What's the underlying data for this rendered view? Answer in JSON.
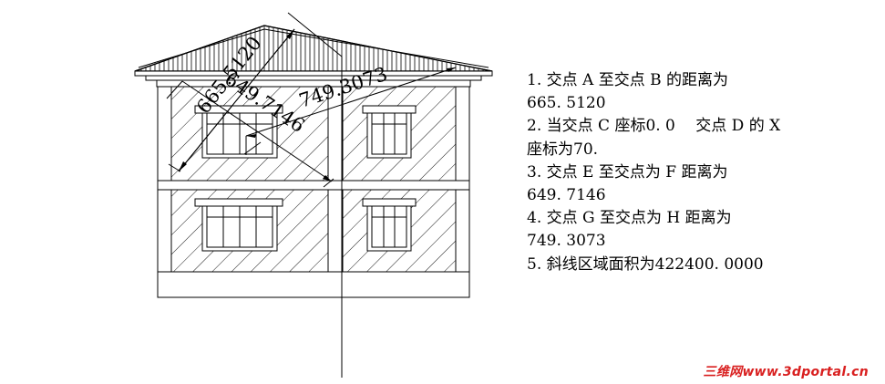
{
  "colors": {
    "line": "#000000",
    "hatch": "#000000",
    "watermark": "#d92020",
    "background": "#ffffff"
  },
  "dimensions": {
    "dim_a": "665.5120",
    "dim_b": "649.7146",
    "dim_c": "749.3073"
  },
  "notes": [
    "1. 交点 A 至交点 B 的距离为",
    "665. 5120",
    "2. 当交点 C 座标0. 0　 交点 D 的 X",
    "座标为70.",
    "3. 交点 E 至交点为 F 距离为",
    "649. 7146",
    "4. 交点 G 至交点为 H 距离为",
    "749. 3073",
    "5. 斜线区域面积为422400. 0000"
  ],
  "watermark": "三维网www.3dportal.cn"
}
